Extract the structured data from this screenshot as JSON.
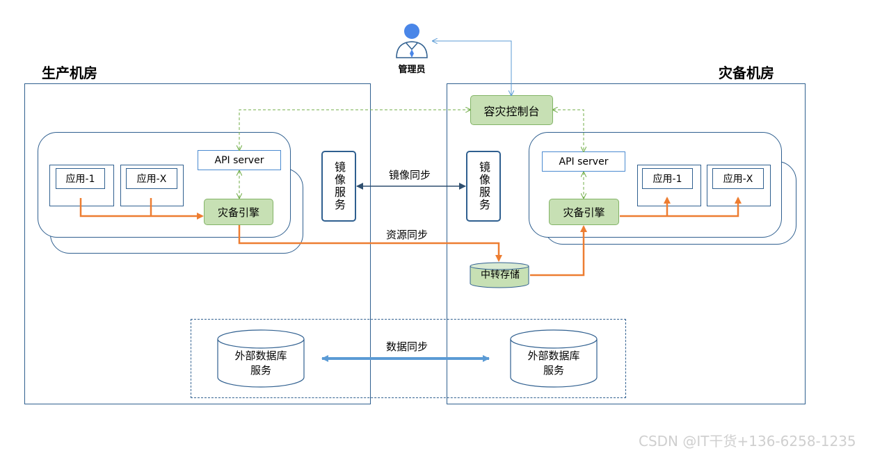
{
  "admin": {
    "label": "管理员"
  },
  "production": {
    "title": "生产机房",
    "api_server": "API server",
    "app1": "应用-1",
    "appx": "应用-X",
    "engine": "灾备引擎",
    "mirror_service": "镜像服务",
    "db_service": [
      "外部数据库",
      "服务"
    ]
  },
  "disaster_recovery": {
    "title": "灾备机房",
    "console": "容灾控制台",
    "api_server": "API server",
    "app1": "应用-1",
    "appx": "应用-X",
    "engine": "灾备引擎",
    "mirror_service": "镜像服务",
    "relay_storage": "中转存储",
    "db_service": [
      "外部数据库",
      "服务"
    ]
  },
  "sync_labels": {
    "mirror_sync": "镜像同步",
    "resource_sync": "资源同步",
    "data_sync": "数据同步"
  },
  "watermark": "CSDN @IT干货+136-6258-1235",
  "colors": {
    "border": "#2f5f8f",
    "green_fill": "#c7e0b4",
    "orange_arrow": "#ed7d31",
    "green_dashed": "#70ad47",
    "blue_arrow": "#5b9bd5"
  }
}
